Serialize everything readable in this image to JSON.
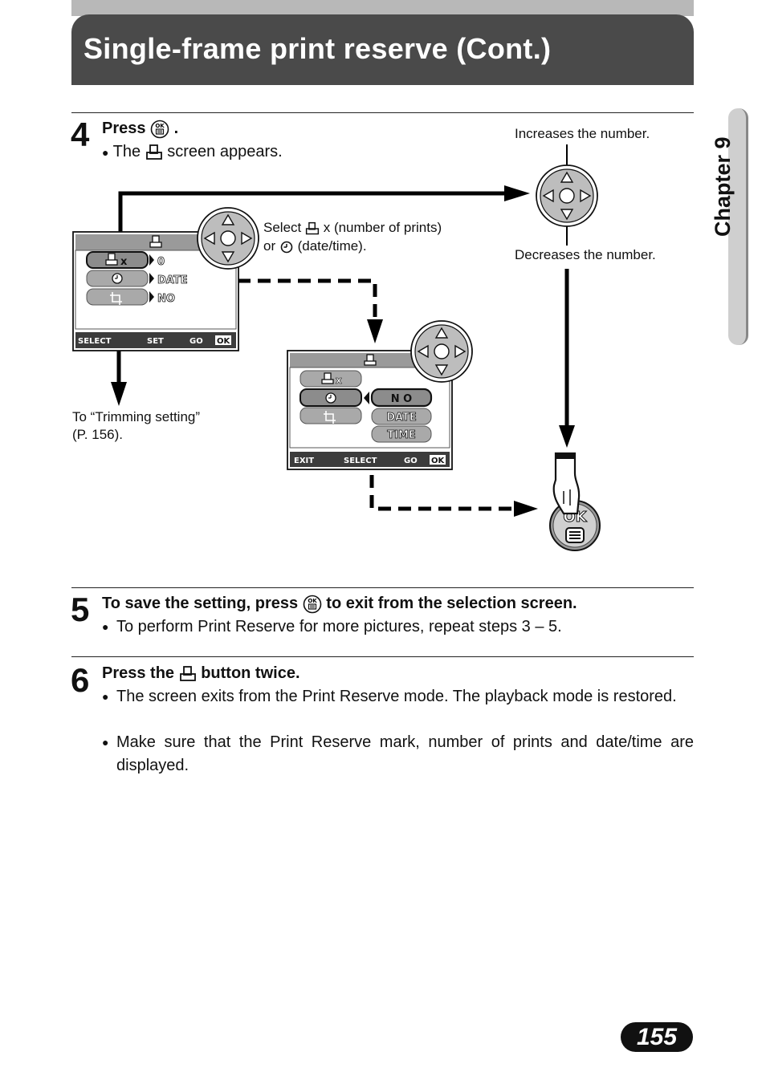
{
  "header": {
    "title": "Single-frame print reserve (Cont.)"
  },
  "chapter": {
    "label": "Chapter 9"
  },
  "page_number": "155",
  "step4": {
    "number": "4",
    "title_prefix": "Press",
    "title_suffix": ".",
    "bullet_prefix": "The",
    "bullet_suffix": "screen appears.",
    "annotations": {
      "increase": "Increases the number.",
      "decrease": "Decreases the number.",
      "select_line1_prefix": "Select",
      "select_line1_suffix": "x (number of prints)",
      "select_line2_prefix": "or",
      "select_line2_suffix": "(date/time).",
      "trimming_line1": "To “Trimming setting”",
      "trimming_line2": "(P. 156)."
    },
    "screen1": {
      "rows": [
        {
          "label": "x",
          "value": "0"
        },
        {
          "label": "",
          "value": "DATE"
        },
        {
          "label": "",
          "value": "NO"
        }
      ],
      "footer": {
        "select": "SELECT",
        "set": "SET",
        "go": "GO",
        "ok": "OK"
      }
    },
    "screen2": {
      "rows": [
        {
          "label": "x"
        },
        {
          "label": ""
        },
        {
          "label": ""
        }
      ],
      "options": [
        "N O",
        "DATE",
        "TIME"
      ],
      "footer": {
        "exit": "EXIT",
        "select": "SELECT",
        "go": "GO",
        "ok": "OK"
      }
    },
    "ok_button": {
      "label": "OK"
    }
  },
  "step5": {
    "number": "5",
    "title_prefix": "To  save the setting, press",
    "title_suffix": "to exit from the selection screen.",
    "bullets": [
      "To perform Print Reserve for more pictures, repeat steps 3 – 5."
    ]
  },
  "step6": {
    "number": "6",
    "title_prefix": "Press the",
    "title_suffix": "button twice.",
    "bullets": [
      "The screen exits from the Print Reserve mode. The playback mode is restored.",
      "Make sure that the Print Reserve mark, number of prints and date/time are displayed."
    ]
  },
  "colors": {
    "header_bg": "#4a4a4a",
    "header_top": "#b8b8b8",
    "tab": "#cfcfcf",
    "arrow": "#000000"
  }
}
